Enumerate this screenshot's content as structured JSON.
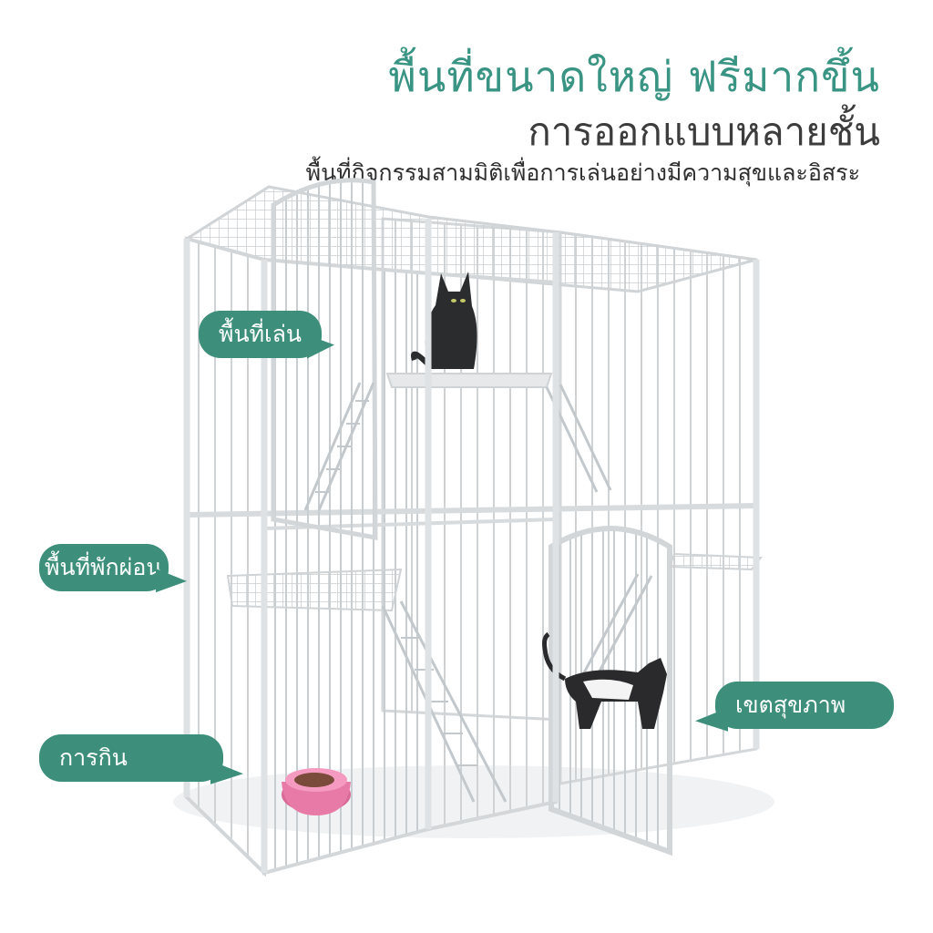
{
  "headline": {
    "line1": "พื้นที่ขนาดใหญ่  ฟรีมากขึ้น",
    "line2": "การออกแบบหลายชั้น",
    "line3": "พื้นที่กิจกรรมสามมิติเพื่อการเล่นอย่างมีความสุขและอิสระ"
  },
  "labels": {
    "play": "พื้นที่เล่น",
    "rest": "พื้นที่พักผ่อน",
    "eat": "การกิน",
    "hygiene": "เขตสุขภาพ"
  },
  "colors": {
    "accent": "#3d8f7b",
    "headline_green": "#3a9483",
    "headline_dark": "#3c3c3c",
    "bowl": "#e87aa8"
  }
}
